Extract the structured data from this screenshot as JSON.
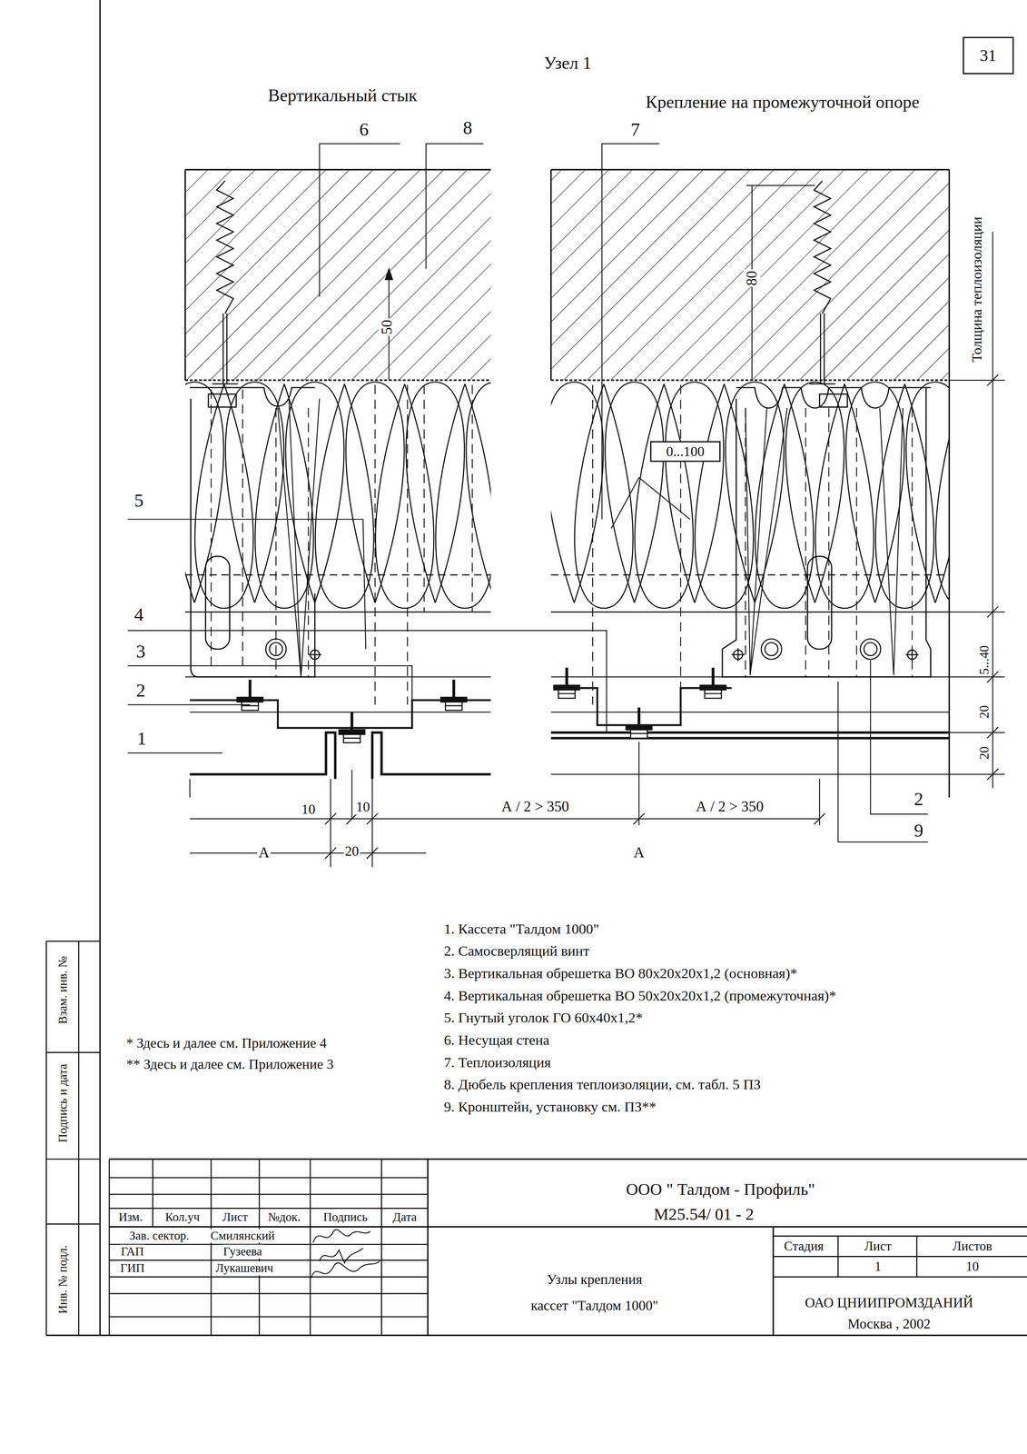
{
  "diagram": {
    "title": "Узел 1",
    "nodes": [
      {
        "text": [
          "31"
        ]
      },
      {
        "text": [
          "0...100"
        ]
      }
    ],
    "labels": [
      "Вертикальный стык",
      "Крепление на промежуточной опоре",
      "6",
      "8",
      "7",
      "50",
      "80",
      "Толщина теплоизоляции",
      "5",
      "4",
      "3",
      "2",
      "1",
      "5...40",
      "20",
      "20",
      "2",
      "9",
      "10",
      "10",
      "А / 2 > 350",
      "А / 2 > 350",
      "А",
      "20",
      "А",
      "1. Кассета \"Талдом 1000\"",
      "2. Самосверлящий винт",
      "3. Вертикальная обрешетка ВО 80х20х20х1,2 (основная)*",
      "4. Вертикальная обрешетка ВО 50х20х20х1,2 (промежуточная)*",
      "5. Гнутый уголок ГО 60х40х1,2*",
      "6. Несущая стена",
      "7. Теплоизоляция",
      "8. Дюбель крепления теплоизоляции, см. табл. 5 ПЗ",
      "9. Кронштейн, установку см. ПЗ**",
      "* Здесь и далее см. Приложение 4",
      "** Здесь и далее см. Приложение 3",
      "Взам. инв. №",
      "Подпись и дата",
      "Инв. № подл.",
      "Изм.",
      "Кол.уч",
      "Лист",
      "№док.",
      "Подпись",
      "Дата",
      "Зав. сектор.",
      "Смилянский",
      "ГАП",
      "Гузеева",
      "ГИП",
      "Лукашевич",
      "ООО \" Талдом - Профиль\"",
      "М25.54/ 01 - 2",
      "Узлы крепления",
      "кассет \"Талдом 1000\"",
      "Стадия",
      "Лист",
      "Листов",
      "1",
      "10",
      "ОАО ЦНИИПРОМЗДАНИЙ",
      "Москва , 2002"
    ]
  }
}
